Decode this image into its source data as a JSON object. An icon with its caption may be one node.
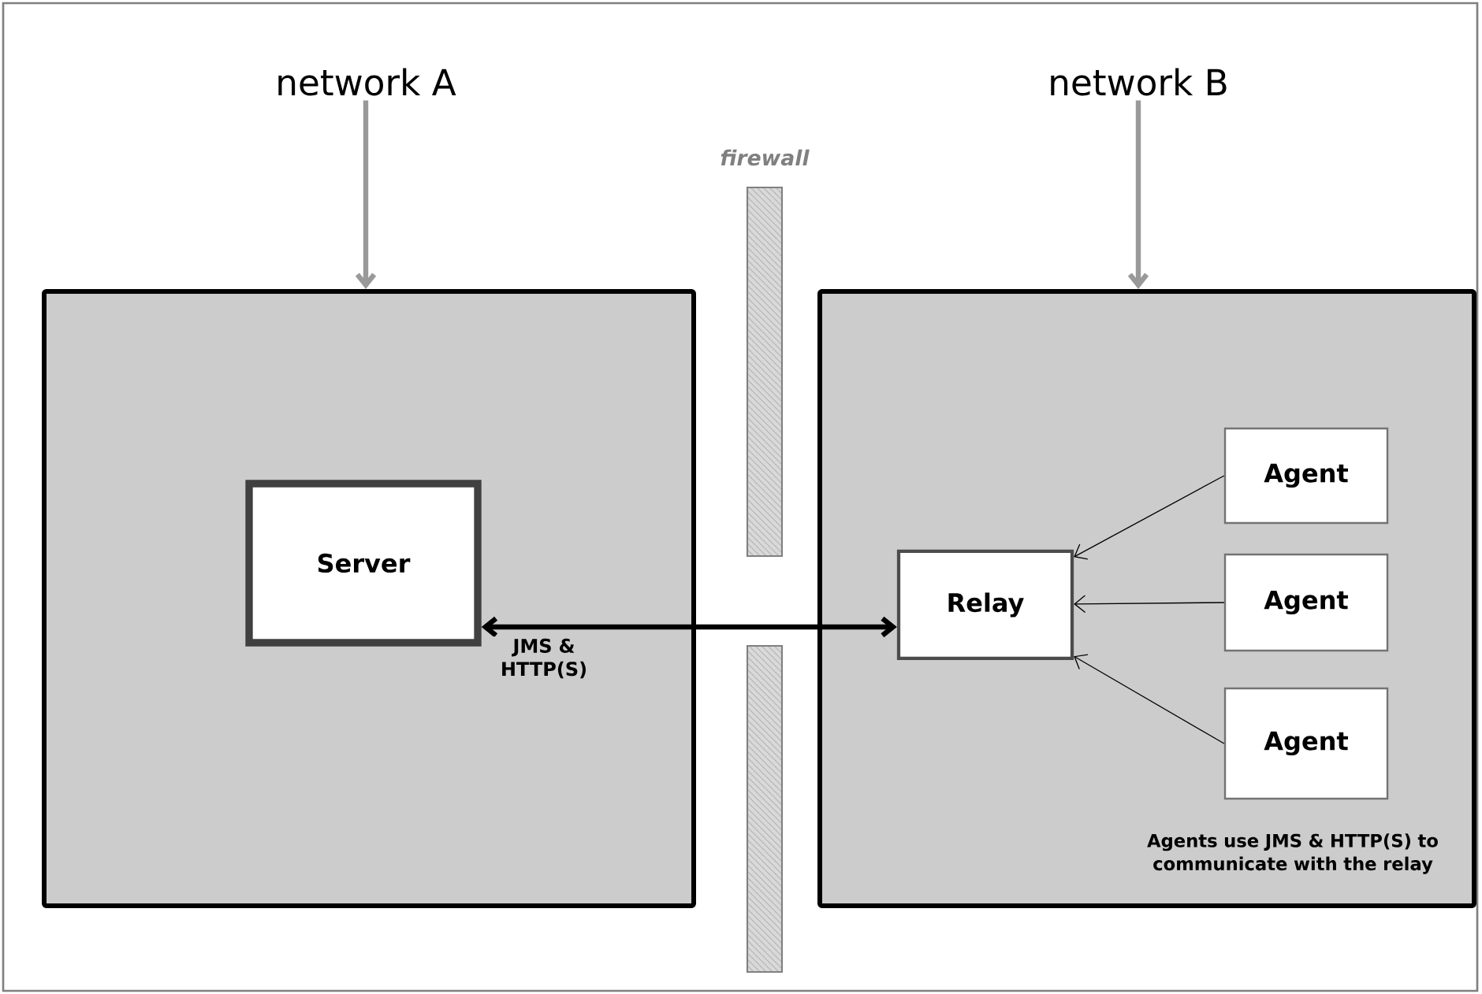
{
  "diagram": {
    "nodes": [
      {
        "text": [
          "network A"
        ]
      },
      {
        "text": [],
        "shape": "box"
      },
      {
        "text": [
          "Server"
        ],
        "in": 1
      },
      {
        "text": [
          "network B"
        ]
      },
      {
        "text": [],
        "shape": "box"
      },
      {
        "text": [
          "Relay"
        ],
        "in": 4
      },
      {
        "text": [
          "Agent"
        ],
        "in": 4
      },
      {
        "text": [
          "Agent"
        ],
        "in": 4
      },
      {
        "text": [
          "Agent"
        ],
        "in": 4
      }
    ],
    "edges": [
      {
        "from": 0,
        "to": 1,
        "arrow": "to",
        "style": "thick",
        "color": "#999999"
      },
      {
        "from": 3,
        "to": 4,
        "arrow": "to",
        "style": "thick",
        "color": "#999999"
      },
      {
        "from": 2,
        "to": 5,
        "arrow": "both",
        "style": "thick",
        "label": "JMS & HTTP(S)"
      },
      {
        "from": 6,
        "to": 5,
        "arrow": "to"
      },
      {
        "from": 7,
        "to": 5,
        "arrow": "to"
      },
      {
        "from": 8,
        "to": 5,
        "arrow": "to"
      }
    ],
    "labels": [
      "firewall",
      "Agents use JMS & HTTP(S) to communicate with the relay"
    ]
  }
}
